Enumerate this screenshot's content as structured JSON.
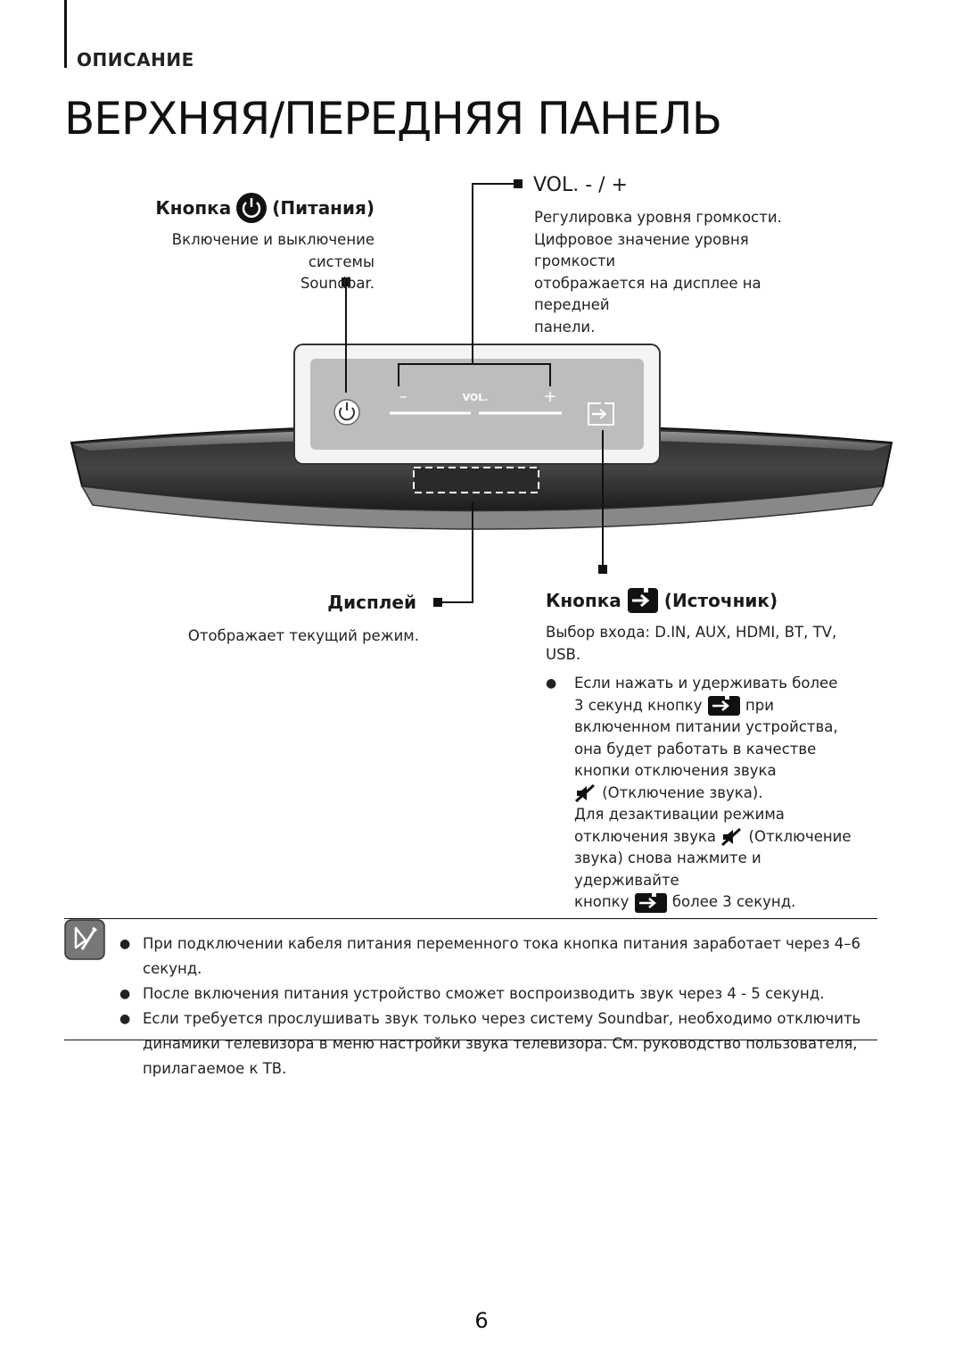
{
  "header": {
    "section": "ОПИСАНИЕ",
    "title": "ВЕРХНЯЯ/ПЕРЕДНЯЯ ПАНЕЛЬ"
  },
  "power": {
    "title_prefix": "Кнопка",
    "title_suffix": "(Питания)",
    "line1": "Включение и выключение системы",
    "line2": "Soundbar."
  },
  "volume": {
    "title": "VOL. - / +",
    "lines": [
      "Регулировка уровня громкости.",
      "Цифровое значение уровня громкости",
      "отображается на дисплее на передней",
      "панели."
    ]
  },
  "panel": {
    "minus": "–",
    "vol": "VOL.",
    "plus": "+"
  },
  "display": {
    "title": "Дисплей",
    "desc": "Отображает текущий режим."
  },
  "source": {
    "title_prefix": "Кнопка",
    "title_suffix": "(Источник)",
    "line1": "Выбор входа: D.IN, AUX, HDMI, BT, TV,",
    "line2": "USB.",
    "bullet": {
      "l1": "Если нажать и удерживать более",
      "l2a": "3 секунд кнопку",
      "l2b": "при",
      "l3": "включенном питании устройства,",
      "l4": "она будет работать в качестве",
      "l5": "кнопки отключения звука",
      "l6": "(Отключение звука).",
      "l7": "Для дезактивации режима",
      "l8a": "отключения звука",
      "l8b": "(Отключение",
      "l9": "звука) снова нажмите и удерживайте",
      "l10a": "кнопку",
      "l10b": "более 3 секунд."
    }
  },
  "notes": {
    "items": [
      "При подключении кабеля питания переменного тока кнопка питания заработает через 4–6 секунд.",
      "После включения питания устройство сможет воспроизводить звук через 4 - 5 секунд.",
      "Если требуется прослушивать звук только через систему Soundbar, необходимо отключить динамики телевизора в меню настройки звука телевизора. См. руководство пользователя, прилагаемое к ТВ."
    ]
  },
  "page_number": "6"
}
